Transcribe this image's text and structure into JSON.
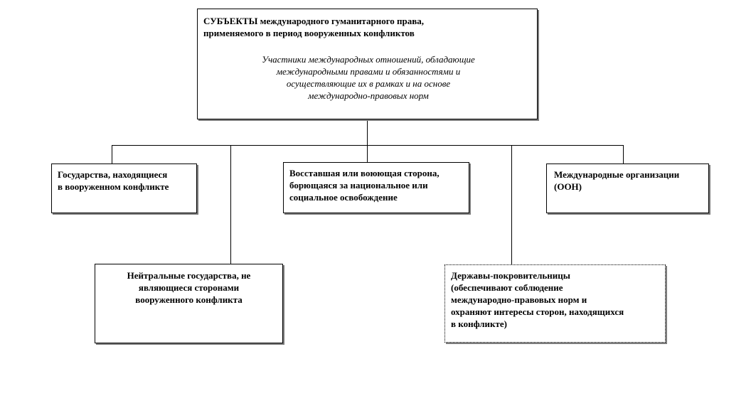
{
  "root": {
    "title": "СУБЪЕКТЫ международного гуманитарного права,\nприменяемого в период вооруженных конфликтов",
    "description": "Участники международных отношений, обладающие\nмеждународными правами и обязанностями и\nосуществляющие их в рамках и на основе\nмеждународно-правовых норм"
  },
  "children": {
    "states_in_conflict": "Государства, находящиеся\nв вооруженном конфликте",
    "neutral_states": "Нейтральные государства, не\nявляющиеся сторонами\nвооруженного конфликта",
    "liberation_side": "Восставшая или воюющая сторона,\nборющаяся за национальное или\nсоциальное освобождение",
    "protecting_powers": "Державы-покровительницы\n(обеспечивают соблюдение\nмеждународно-правовых норм и\nохраняют интересы сторон, находящихся\nв конфликте)",
    "intl_orgs": "Международные организации\n(ООН)"
  }
}
